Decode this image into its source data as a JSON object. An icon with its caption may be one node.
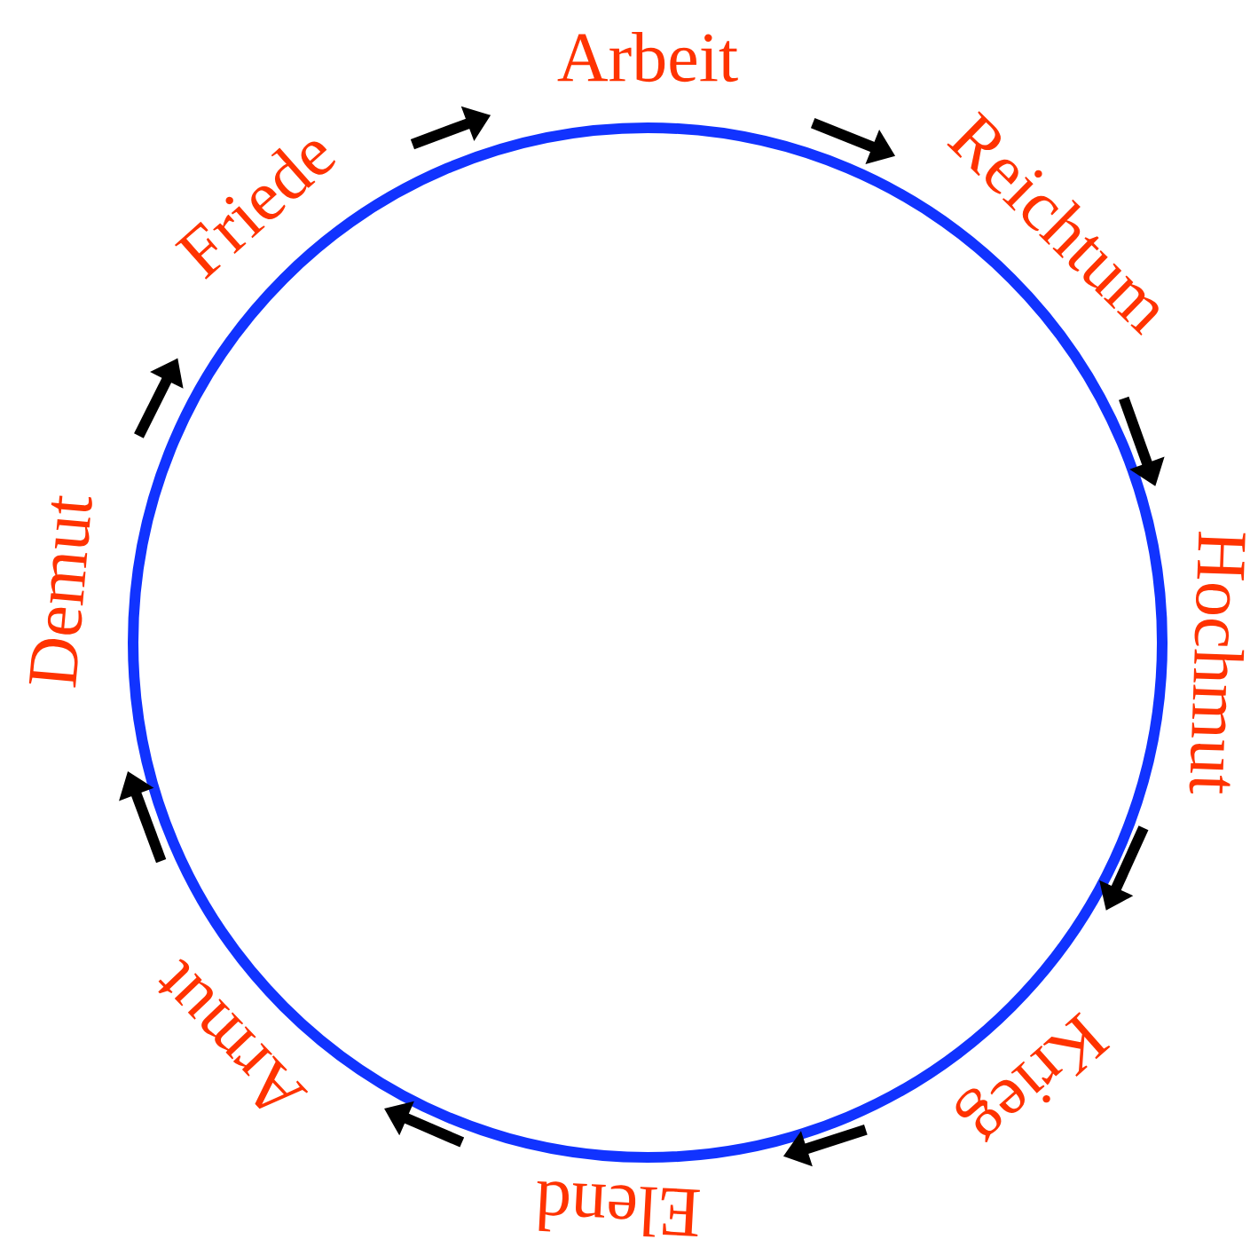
{
  "diagram": {
    "nodes": [
      {
        "text": [
          "Arbeit"
        ]
      },
      {
        "text": [
          "Reichtum"
        ]
      },
      {
        "text": [
          "Hochmut"
        ]
      },
      {
        "text": [
          "Krieg"
        ]
      },
      {
        "text": [
          "Elend"
        ]
      },
      {
        "text": [
          "Armut"
        ]
      },
      {
        "text": [
          "Demut"
        ]
      },
      {
        "text": [
          "Friede"
        ]
      }
    ],
    "edges": [
      {
        "from": 0,
        "to": 1,
        "arrow": "to"
      },
      {
        "from": 1,
        "to": 2,
        "arrow": "to"
      },
      {
        "from": 2,
        "to": 3,
        "arrow": "to"
      },
      {
        "from": 3,
        "to": 4,
        "arrow": "to"
      },
      {
        "from": 4,
        "to": 5,
        "arrow": "to"
      },
      {
        "from": 5,
        "to": 6,
        "arrow": "to"
      },
      {
        "from": 6,
        "to": 7,
        "arrow": "to"
      },
      {
        "from": 7,
        "to": 0,
        "arrow": "to"
      }
    ]
  }
}
